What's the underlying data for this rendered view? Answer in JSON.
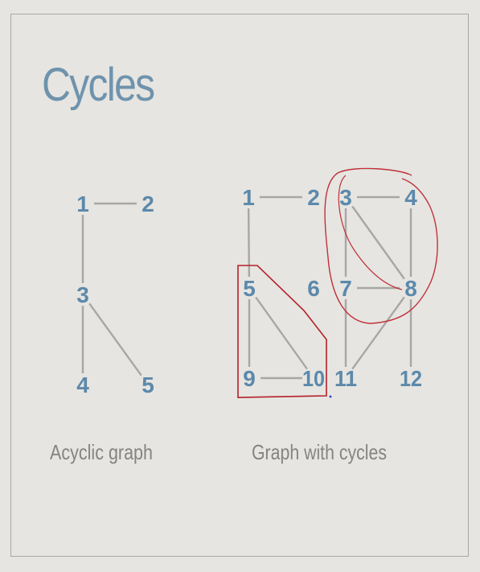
{
  "title": "Cycles",
  "colors": {
    "node_label": "#5c89ab",
    "edge": "#a7a7a4",
    "highlight": "#b5202a",
    "caption": "#858480"
  },
  "acyclic": {
    "caption": "Acyclic graph",
    "nodes": [
      "1",
      "2",
      "3",
      "4",
      "5"
    ],
    "edges": [
      [
        "1",
        "2"
      ],
      [
        "1",
        "3"
      ],
      [
        "3",
        "4"
      ],
      [
        "3",
        "5"
      ]
    ]
  },
  "cyclic": {
    "caption": "Graph with cycles",
    "nodes": [
      "1",
      "2",
      "3",
      "4",
      "5",
      "6",
      "7",
      "8",
      "9",
      "10",
      "11",
      "12"
    ],
    "edges": [
      [
        "1",
        "2"
      ],
      [
        "1",
        "5"
      ],
      [
        "3",
        "4"
      ],
      [
        "3",
        "7"
      ],
      [
        "3",
        "8"
      ],
      [
        "4",
        "8"
      ],
      [
        "5",
        "9"
      ],
      [
        "5",
        "10"
      ],
      [
        "9",
        "10"
      ],
      [
        "7",
        "8"
      ],
      [
        "7",
        "11"
      ],
      [
        "8",
        "11"
      ],
      [
        "8",
        "12"
      ]
    ],
    "highlighted_cycles": [
      [
        "5",
        "9",
        "10"
      ],
      [
        "3",
        "4",
        "8"
      ]
    ]
  }
}
